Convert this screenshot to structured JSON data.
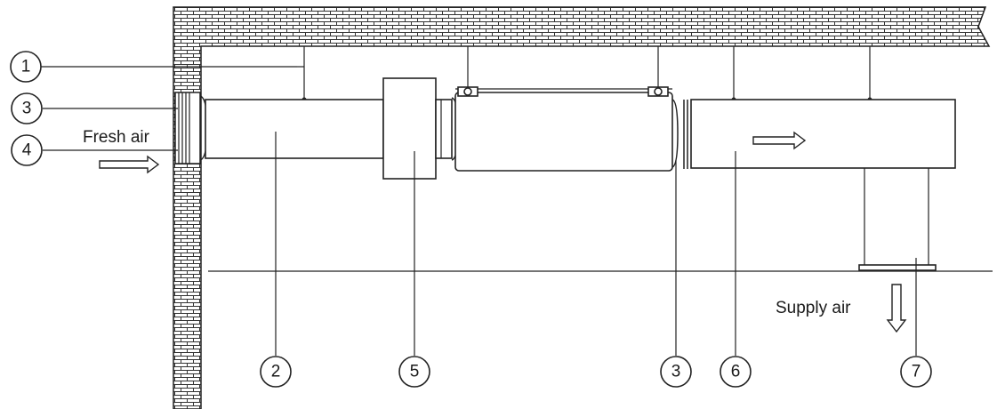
{
  "labels": {
    "fresh_air": "Fresh air",
    "supply_air": "Supply air"
  },
  "callouts": [
    "1",
    "2",
    "3",
    "3",
    "4",
    "5",
    "6",
    "7"
  ],
  "colors": {
    "line": "#222222",
    "background": "#ffffff"
  },
  "icons": {
    "flow_arrow": "hollow-arrow-icon"
  }
}
